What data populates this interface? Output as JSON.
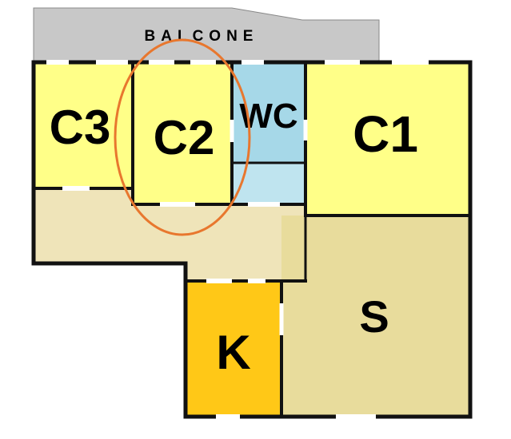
{
  "floor_plan": {
    "balcony": {
      "label": "BALCONE"
    },
    "rooms": [
      {
        "id": "c3",
        "label": "C3",
        "color": "#FFFF88"
      },
      {
        "id": "c2",
        "label": "C2",
        "color": "#FFFF88"
      },
      {
        "id": "wc",
        "label": "WC",
        "color": "#A6D8E8"
      },
      {
        "id": "c1",
        "label": "C1",
        "color": "#FFFF88"
      },
      {
        "id": "s",
        "label": "S",
        "color": "#E8DC9C"
      },
      {
        "id": "k",
        "label": "K",
        "color": "#FFC817"
      }
    ],
    "hallway_color": "#EFE4B9",
    "balcony_color": "#C8C8C8",
    "wall_color": "#111111",
    "highlight": {
      "target": "c2",
      "shape": "ellipse",
      "color": "#E8772E"
    }
  }
}
